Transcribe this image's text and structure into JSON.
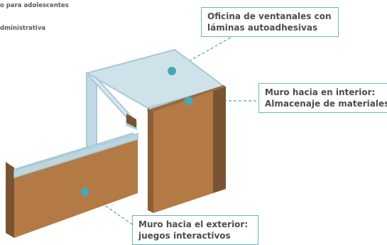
{
  "notes": {
    "line1": "o para adolescentes",
    "line2": "dministrativa"
  },
  "callouts": {
    "office": {
      "line1": "Oficina de ventanales con",
      "line2": "láminas autoadhesivas"
    },
    "inner_wall": {
      "line1": "Muro hacia en interior:",
      "line2": "Almacenaje de materiales"
    },
    "outer_wall": {
      "line1": "Muro hacia el exterior:",
      "line2": "juegos interactivos"
    }
  },
  "colors": {
    "wood_front": "#b47a45",
    "wood_side": "#7a5432",
    "glass_top": "#cfe2ea",
    "glass_edge": "#a9c9d6",
    "marker": "#4aa7b6"
  }
}
